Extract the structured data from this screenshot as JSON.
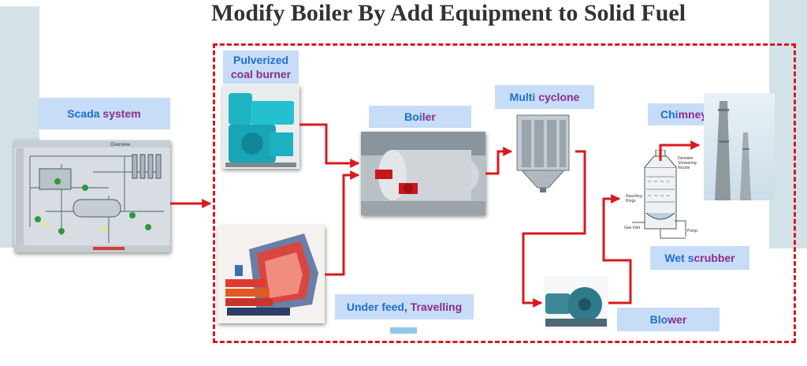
{
  "title": "Modify Boiler By Add Equipment to Solid Fuel",
  "labels": {
    "scada": "Scada system",
    "pulverized": "Pulverized coal burner",
    "boiler": "Boiler",
    "multi_cyclone": "Multi cyclone",
    "chimney": "Chimney",
    "wet_scrubber": "Wet scrubber",
    "blower": "Blower",
    "under_feed": "Under feed, Travelling"
  },
  "scada_screen": {
    "header": "Overview"
  },
  "scrubber_diagram": {
    "demister": "Demister",
    "showering": "Showering",
    "nozzle": "Nozzle",
    "rasching": "Rasching",
    "rings": "Rings",
    "gas_inlet": "Gas Inlet",
    "pump": "Pump"
  },
  "colors": {
    "arrow": "#d9191e",
    "label_bg": "#c6dcf7",
    "label_start": "#1f6fd0",
    "label_end": "#8a2d8c"
  }
}
